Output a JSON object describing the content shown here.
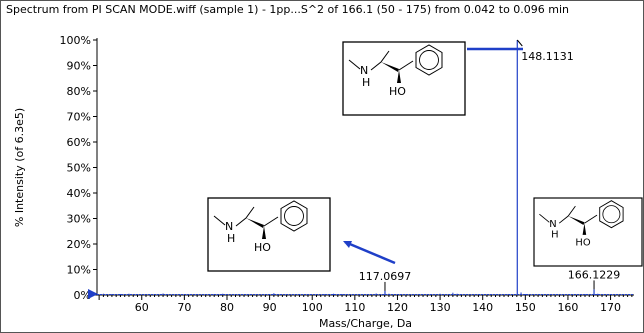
{
  "window": {
    "title": "Spectrum from PI SCAN MODE.wiff (sample 1) - 1pp...S^2 of 166.1 (50 - 175) from 0.042 to 0.096 min"
  },
  "colors": {
    "spectrum": "#1f3fc8",
    "axis": "#000000",
    "frame": "#000000"
  },
  "chart_data": {
    "type": "bar",
    "title": "Spectrum from PI SCAN MODE.wiff (sample 1) - 1pp...S^2 of 166.1 (50 - 175) from 0.042 to 0.096 min",
    "xlabel": "Mass/Charge, Da",
    "ylabel": "% Intensity (of 6.3e5)",
    "xlim": [
      49.5,
      175.5
    ],
    "ylim": [
      0,
      100
    ],
    "xticks": [
      60,
      70,
      80,
      90,
      100,
      110,
      120,
      130,
      140,
      150,
      160,
      170
    ],
    "yticks": [
      0,
      10,
      20,
      30,
      40,
      50,
      60,
      70,
      80,
      90,
      100
    ],
    "ytick_labels": [
      "0%",
      "10%",
      "20%",
      "30%",
      "40%",
      "50%",
      "60%",
      "70%",
      "80%",
      "90%",
      "100%"
    ],
    "grid": false,
    "peaks": [
      {
        "x": 148.1131,
        "y": 100,
        "label": "148.1131"
      },
      {
        "x": 117.0697,
        "y": 1.6,
        "label": "117.0697"
      },
      {
        "x": 166.1229,
        "y": 2.2,
        "label": "166.1229"
      }
    ],
    "minor_peaks": [
      {
        "x": 51.0,
        "y": 0.5
      },
      {
        "x": 53.0,
        "y": 0.4
      },
      {
        "x": 55.0,
        "y": 0.4
      },
      {
        "x": 57.0,
        "y": 0.5
      },
      {
        "x": 65.0,
        "y": 0.6
      },
      {
        "x": 77.0,
        "y": 0.4
      },
      {
        "x": 79.0,
        "y": 0.5
      },
      {
        "x": 91.0,
        "y": 0.7
      },
      {
        "x": 103.0,
        "y": 0.4
      },
      {
        "x": 105.0,
        "y": 0.5
      },
      {
        "x": 107.0,
        "y": 0.4
      },
      {
        "x": 115.0,
        "y": 0.6
      },
      {
        "x": 118.0,
        "y": 0.5
      },
      {
        "x": 130.0,
        "y": 0.5
      },
      {
        "x": 133.0,
        "y": 0.9
      },
      {
        "x": 134.0,
        "y": 0.5
      },
      {
        "x": 146.0,
        "y": 0.4
      },
      {
        "x": 149.0,
        "y": 1.0
      },
      {
        "x": 150.0,
        "y": 0.4
      },
      {
        "x": 164.0,
        "y": 0.4
      },
      {
        "x": 167.0,
        "y": 0.5
      }
    ],
    "annotations": [
      {
        "type": "structure",
        "labels": [
          "N",
          "H",
          "HO"
        ],
        "target_x": 148.1131
      },
      {
        "type": "structure",
        "labels": [
          "N",
          "H",
          "HO"
        ],
        "target_x": 117.0697
      },
      {
        "type": "structure",
        "labels": [
          "N",
          "H",
          "HO"
        ],
        "target_x": 166.1229
      }
    ]
  }
}
